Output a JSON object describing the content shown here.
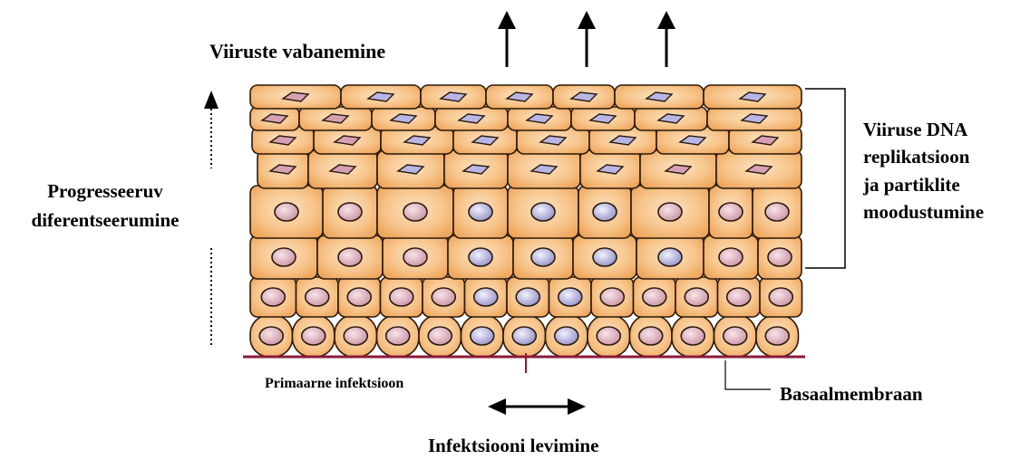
{
  "labels": {
    "virus_release": "Viiruste vabanemine",
    "progressive_differentiation_line1": "Progresseeruv",
    "progressive_differentiation_line2": "diferentseerumine",
    "replication_line1": "Viiruse DNA",
    "replication_line2": "replikatsioon",
    "replication_line3": "ja partiklite",
    "replication_line4": "moodustumine",
    "primary_infection": "Primaarne infektsioon",
    "basement_membrane": "Basaalmembraan",
    "infection_spread": "Infektsiooni levimine"
  },
  "colors": {
    "cell_fill": "#f6bf80",
    "cell_fill_light": "#fbd7a8",
    "cell_outline": "#2a1a0c",
    "nucleus_normal": "#e3b9c5",
    "nucleus_infected": "#c8c6ea",
    "membrane": "#8b1a3a",
    "arrow": "#000000"
  },
  "icons": [
    "arrow-up-icon",
    "double-arrow-icon",
    "dotted-arrow-icon",
    "bracket-icon"
  ]
}
